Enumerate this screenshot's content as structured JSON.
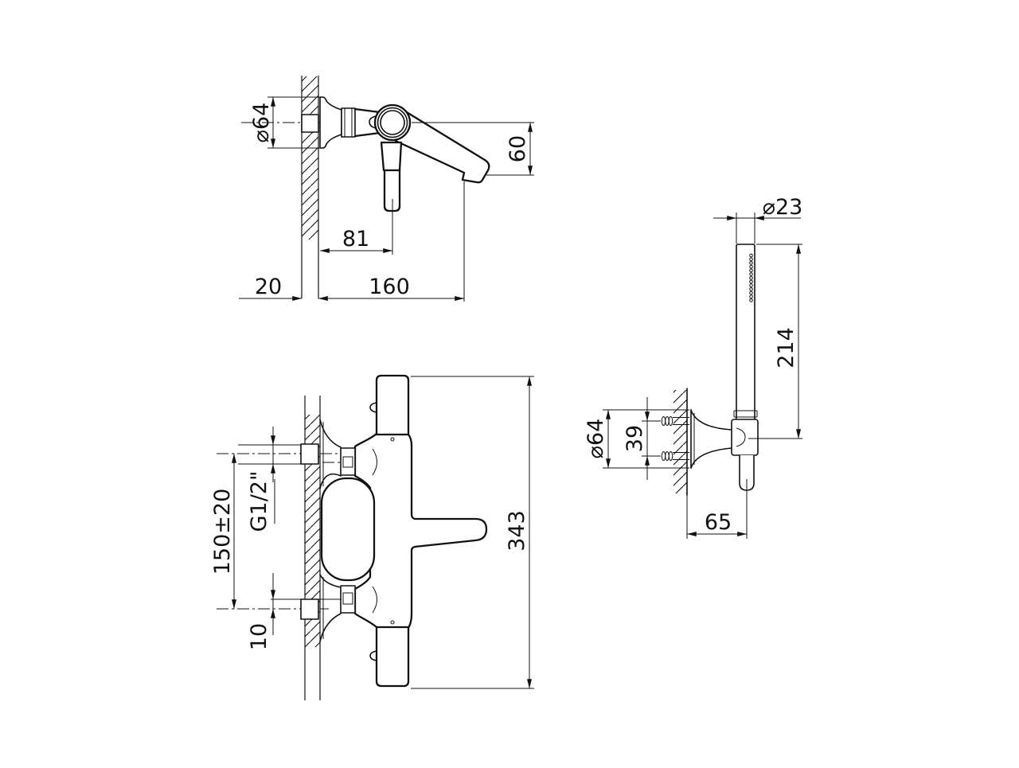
{
  "page": {
    "background": "#ffffff",
    "line_color": "#111111",
    "kind": "technical dimension drawing, wall-mounted bath mixer with hand shower"
  },
  "views": {
    "spout": {
      "name": "bath spout side view",
      "dims": {
        "escutcheon_diameter": "⌀64",
        "outlet_height": "60",
        "diverter_offset": "81",
        "wall_thickness": "20",
        "spout_reach": "160"
      }
    },
    "mixer": {
      "name": "thermostatic mixer plan view",
      "dims": {
        "connection_thread": "G1/2\"",
        "pipe_center_distance": "150±20",
        "eccentric_offset": "10",
        "body_length": "343"
      }
    },
    "shower": {
      "name": "hand shower in wall holder",
      "dims": {
        "wand_diameter": "⌀23",
        "wand_length": "214",
        "holder_escutcheon_diameter": "⌀64",
        "screw_spacing": "39",
        "holder_projection": "65"
      }
    }
  }
}
